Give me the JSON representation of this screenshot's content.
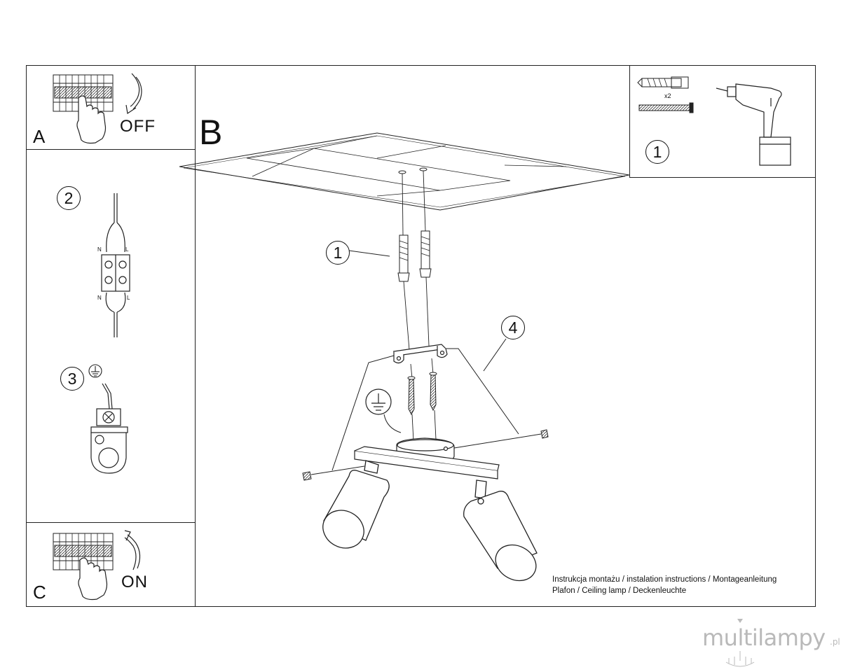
{
  "panels": {
    "a": {
      "letter": "A",
      "action": "OFF"
    },
    "b": {
      "letter": "B"
    },
    "c": {
      "letter": "C",
      "action": "ON"
    }
  },
  "callouts": {
    "tools": "1",
    "dowels": "1",
    "wiring": "2",
    "earth": "3",
    "bracket": "4"
  },
  "hardware": {
    "quantity": "x2"
  },
  "terminal": {
    "neutral": "N",
    "live": "L"
  },
  "footer": {
    "line1": "Instrukcja montażu / instalation instructions / Montageanleitung",
    "line2": "Plafon / Ceiling lamp / Deckenleuchte"
  },
  "brand": {
    "name": "multilampy",
    "tld": ".pl"
  }
}
